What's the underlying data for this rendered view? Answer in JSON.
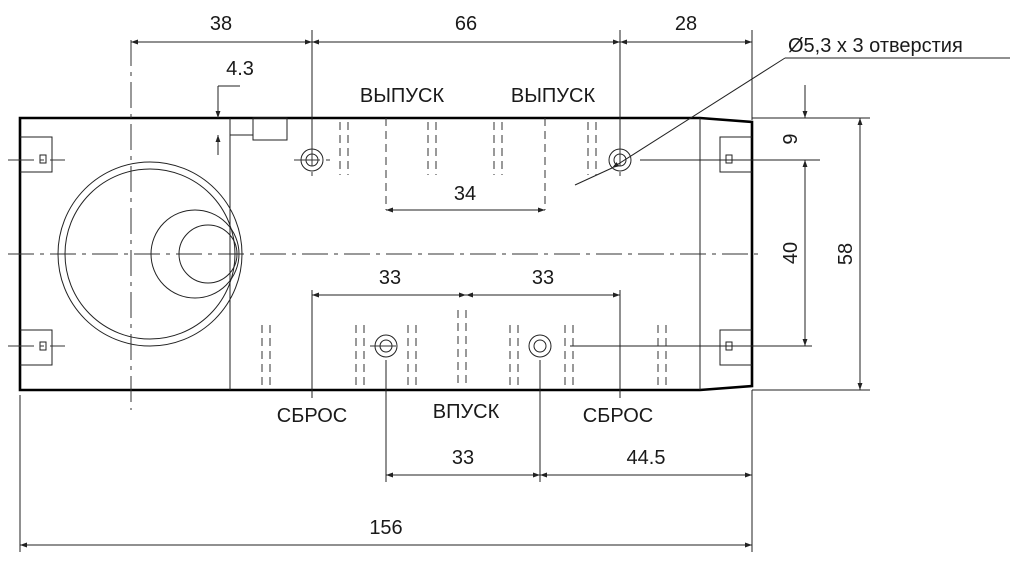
{
  "dimensions": {
    "d38": "38",
    "d66": "66",
    "d28": "28",
    "d4_3": "4.3",
    "d34": "34",
    "d33_left": "33",
    "d33_right": "33",
    "d33_bottom": "33",
    "d44_5": "44.5",
    "d156": "156",
    "d9": "9",
    "d40": "40",
    "d58": "58"
  },
  "labels": {
    "outlet_left": "ВЫПУСК",
    "outlet_right": "ВЫПУСК",
    "reset_left": "СБРОС",
    "inlet": "ВПУСК",
    "reset_right": "СБРОС"
  },
  "callout": {
    "holes": "Ø5,3 x 3 отверстия"
  }
}
